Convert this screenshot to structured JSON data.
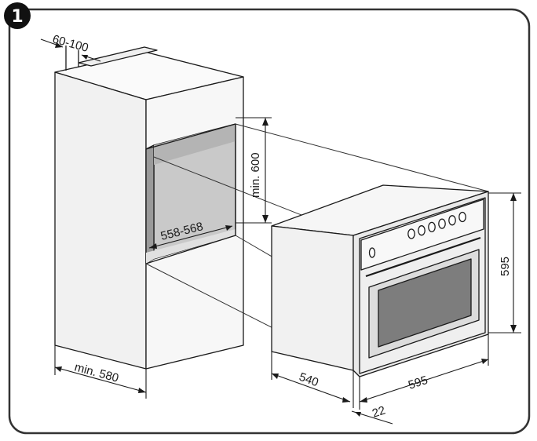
{
  "figure": {
    "step_number": "1",
    "dimensions": {
      "top_gap": "60-100",
      "niche_height": "min. 600",
      "niche_width": "558-568",
      "cabinet_depth": "min. 580",
      "oven_height": "595",
      "oven_width": "595",
      "oven_depth": "540",
      "door_thickness": "22"
    },
    "colors": {
      "outline": "#1a1a1a",
      "frame": "#333333",
      "cabinet_front": "#f4f4f4",
      "cabinet_side": "#ebebeb",
      "niche_back": "#c8c8c8",
      "oven_window": "#7d7d7d",
      "oven_panel": "#e6e6e6"
    },
    "oven_knobs": 6
  }
}
